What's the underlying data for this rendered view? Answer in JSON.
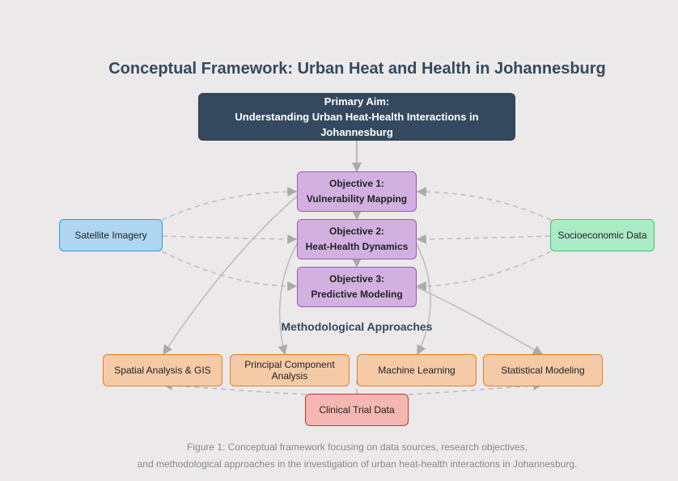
{
  "title": "Conceptual Framework: Urban Heat and Health in Johannesburg",
  "aim": {
    "line1": "Primary Aim:",
    "line2": "Understanding Urban Heat-Health Interactions in Johannesburg"
  },
  "objectives": [
    {
      "line1": "Objective 1:",
      "line2": "Vulnerability Mapping"
    },
    {
      "line1": "Objective 2:",
      "line2": "Heat-Health Dynamics"
    },
    {
      "line1": "Objective 3:",
      "line2": "Predictive Modeling"
    }
  ],
  "sources": {
    "satellite": "Satellite Imagery",
    "socioeconomic": "Socioeconomic Data",
    "clinical": "Clinical Trial Data"
  },
  "methods_heading": "Methodological Approaches",
  "methods": [
    "Spatial Analysis & GIS",
    "Principal Component Analysis",
    "Machine Learning",
    "Statistical Modeling"
  ],
  "caption": {
    "line1": "Figure 1: Conceptual framework focusing on data sources, research objectives,",
    "line2": "and methodological approaches in the investigation of urban heat-health interactions in Johannesburg."
  },
  "colors": {
    "aim": "#34495e",
    "objective": "#d2b0e0",
    "satellite": "#aed6f1",
    "socioeconomic": "#abebc6",
    "method": "#f5cba7",
    "clinical": "#f5b7b1",
    "edge": "#aaaaaa"
  }
}
